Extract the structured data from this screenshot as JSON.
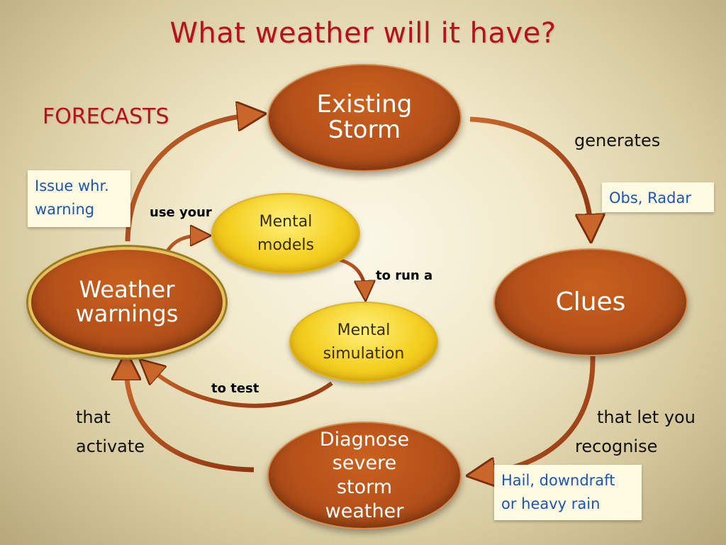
{
  "title": "What weather will it have?",
  "forecasts_label": "FORECASTS",
  "ovals": {
    "existing_storm": "Existing\nStorm",
    "clues": "Clues",
    "diagnose": "Diagnose\nsevere\nstorm\nweather",
    "weather_warnings": "Weather\nwarnings"
  },
  "gold_ovals": {
    "mental_models": "Mental\nmodels",
    "mental_simulation": "Mental\nsimulation"
  },
  "boxes": {
    "issue_warning": "Issue whr.\nwarning",
    "obs_radar": "Obs, Radar",
    "hail": "Hail, downdraft\nor heavy rain"
  },
  "labels": {
    "generates": "generates",
    "that_let_you": "that let you",
    "recognise": "recognise",
    "that": "that",
    "activate": "activate",
    "use_your": "use your",
    "to_run_a": "to run a",
    "to_test": "to test"
  },
  "colors": {
    "title_red": "#b5121b",
    "oval_orange": "#b4501a",
    "gold": "#f4cf20",
    "box_text_blue": "#1a55b5",
    "arrow": "#a8491b"
  }
}
